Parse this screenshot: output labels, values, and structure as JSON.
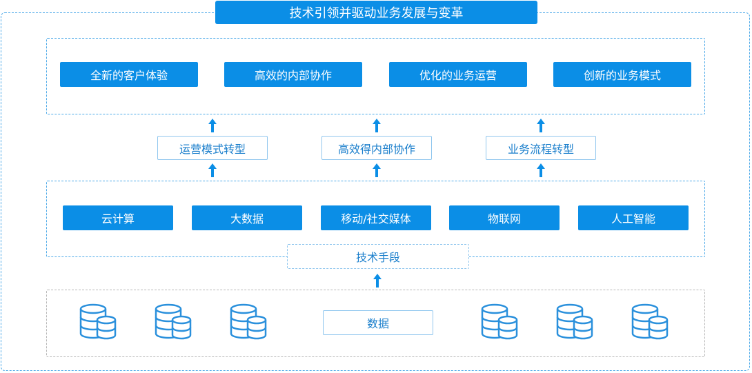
{
  "title": "技术引领并驱动业务发展与变革",
  "goals": [
    "全新的客户体验",
    "高效的内部协作",
    "优化的业务运营",
    "创新的业务模式"
  ],
  "transformations": [
    "运营模式转型",
    "高效得内部协作",
    "业务流程转型"
  ],
  "technologies": [
    "云计算",
    "大数据",
    "移动/社交媒体",
    "物联网",
    "人工智能"
  ],
  "tech_label": "技术手段",
  "data_label": "数据",
  "colors": {
    "primary": "#0b8ee6",
    "border": "#4aa8e8",
    "muted_border": "#b5b5b5"
  },
  "icons": {
    "arrow": "arrow-up-icon",
    "database": "database-icon"
  }
}
